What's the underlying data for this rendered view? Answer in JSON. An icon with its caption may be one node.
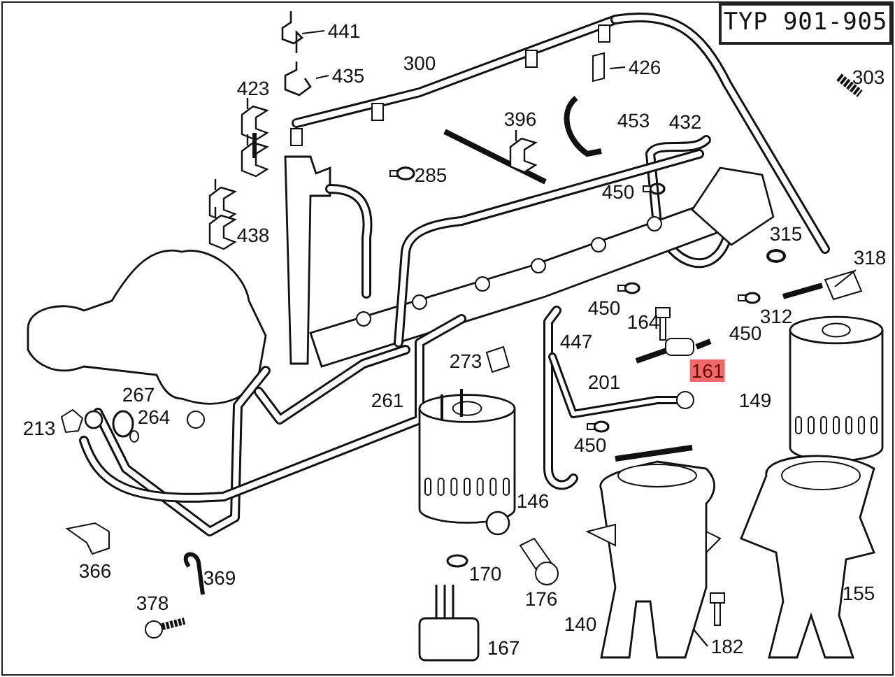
{
  "diagram": {
    "nodes": [
      {
        "text": [
          "TYP 901-905"
        ]
      },
      {
        "text": [
          "441"
        ]
      },
      {
        "text": [
          "435"
        ]
      },
      {
        "text": [
          "426"
        ]
      },
      {
        "text": [
          "318"
        ]
      },
      {
        "text": [
          "182"
        ]
      }
    ],
    "edges": [
      {
        "from": 1,
        "to": null,
        "arrow": "none"
      },
      {
        "from": 2,
        "to": null,
        "arrow": "none"
      },
      {
        "from": 3,
        "to": null,
        "arrow": "none"
      },
      {
        "from": 4,
        "to": null,
        "arrow": "none"
      },
      {
        "from": 5,
        "to": null,
        "arrow": "none"
      }
    ],
    "labels": [
      "300",
      "423",
      "303",
      "396",
      "453",
      "432",
      "285",
      "450",
      "438",
      "315",
      "450",
      "164",
      "312",
      "450",
      "447",
      "273",
      "161",
      "201",
      "149",
      "267",
      "264",
      "261",
      "213",
      "450",
      "146",
      "366",
      "369",
      "170",
      "155",
      "176",
      "378",
      "140",
      "167"
    ]
  }
}
